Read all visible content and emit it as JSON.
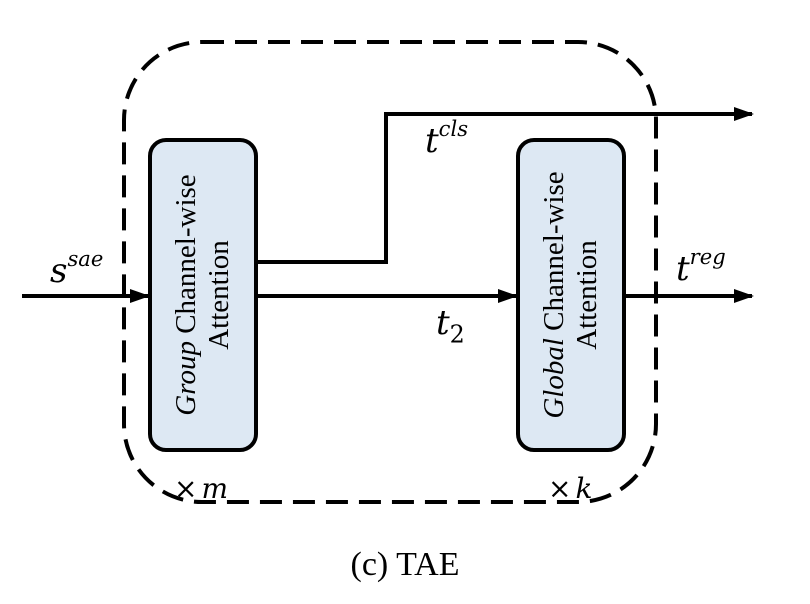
{
  "inputs": {
    "s_base": "s",
    "s_sup": "sae"
  },
  "outputs": {
    "cls_base": "t",
    "cls_sup": "cls",
    "reg_base": "t",
    "reg_sup": "reg",
    "mid_base": "t",
    "mid_sub": "2"
  },
  "blocks": {
    "group": {
      "emph": "Group",
      "line1_rest": " Channel-wise",
      "line2": "Attention",
      "repeat_sym": "×",
      "repeat_var": "m"
    },
    "global": {
      "emph": "Global",
      "line1_rest": " Channel-wise",
      "line2": "Attention",
      "repeat_sym": "×",
      "repeat_var": "k"
    }
  },
  "caption": "(c) TAE",
  "colors": {
    "box_fill": "#dde8f3",
    "stroke": "#000000"
  }
}
